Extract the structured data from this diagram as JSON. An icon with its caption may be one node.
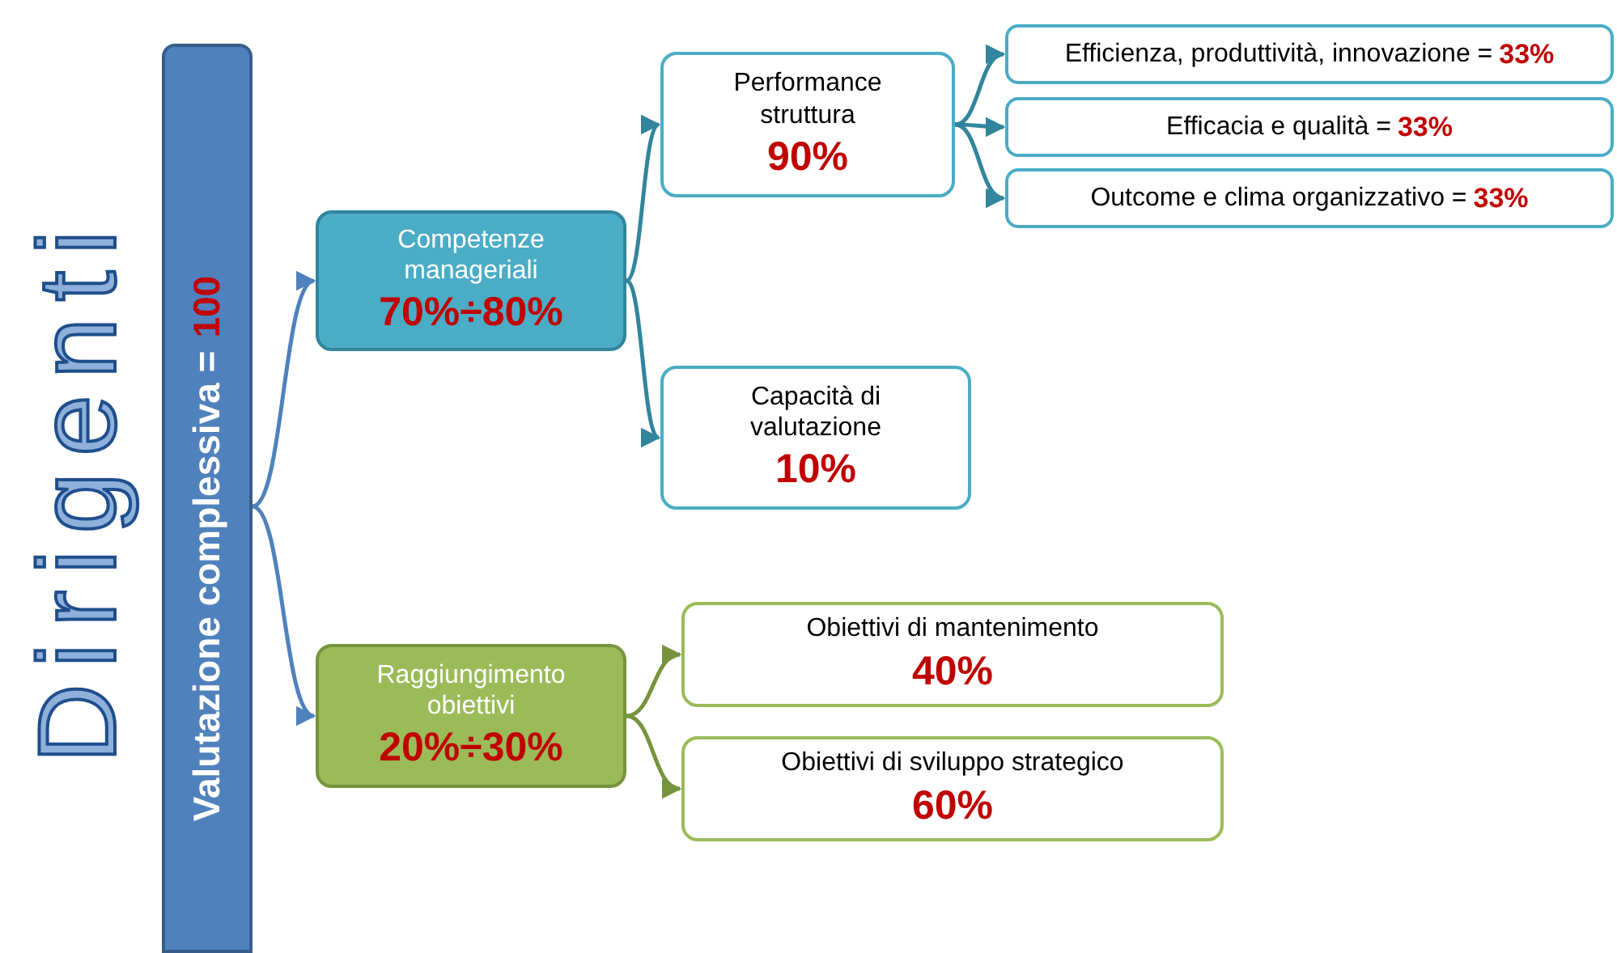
{
  "diagram": {
    "title": "Dirigenti",
    "nodes": [
      {
        "text": [
          "Valutazione complessiva =",
          "100"
        ]
      },
      {
        "text": [
          "Competenze manageriali",
          "70%÷80%"
        ]
      },
      {
        "text": [
          "Raggiungimento obiettivi",
          "20%÷30%"
        ]
      },
      {
        "text": [
          "Performance struttura",
          "90%"
        ]
      },
      {
        "text": [
          "Capacità di valutazione",
          "10%"
        ]
      },
      {
        "text": [
          "Efficienza, produttività, innovazione =",
          "33%"
        ]
      },
      {
        "text": [
          "Efficacia e qualità =",
          "33%"
        ]
      },
      {
        "text": [
          "Outcome e clima organizzativo =",
          "33%"
        ]
      },
      {
        "text": [
          "Obiettivi di mantenimento",
          "40%"
        ]
      },
      {
        "text": [
          "Obiettivi di sviluppo strategico",
          "60%"
        ]
      }
    ],
    "edges": [
      {
        "from": 0,
        "to": 1,
        "arrow": "to",
        "color": "#4f81bd"
      },
      {
        "from": 0,
        "to": 2,
        "arrow": "to",
        "color": "#4f81bd"
      },
      {
        "from": 1,
        "to": 3,
        "arrow": "to"
      },
      {
        "from": 1,
        "to": 4,
        "arrow": "to"
      },
      {
        "from": 3,
        "to": 5,
        "arrow": "to"
      },
      {
        "from": 3,
        "to": 6,
        "arrow": "to"
      },
      {
        "from": 3,
        "to": 7,
        "arrow": "to"
      },
      {
        "from": 2,
        "to": 8,
        "arrow": "to",
        "color": "#77933c"
      },
      {
        "from": 2,
        "to": 9,
        "arrow": "to",
        "color": "#77933c"
      }
    ]
  }
}
